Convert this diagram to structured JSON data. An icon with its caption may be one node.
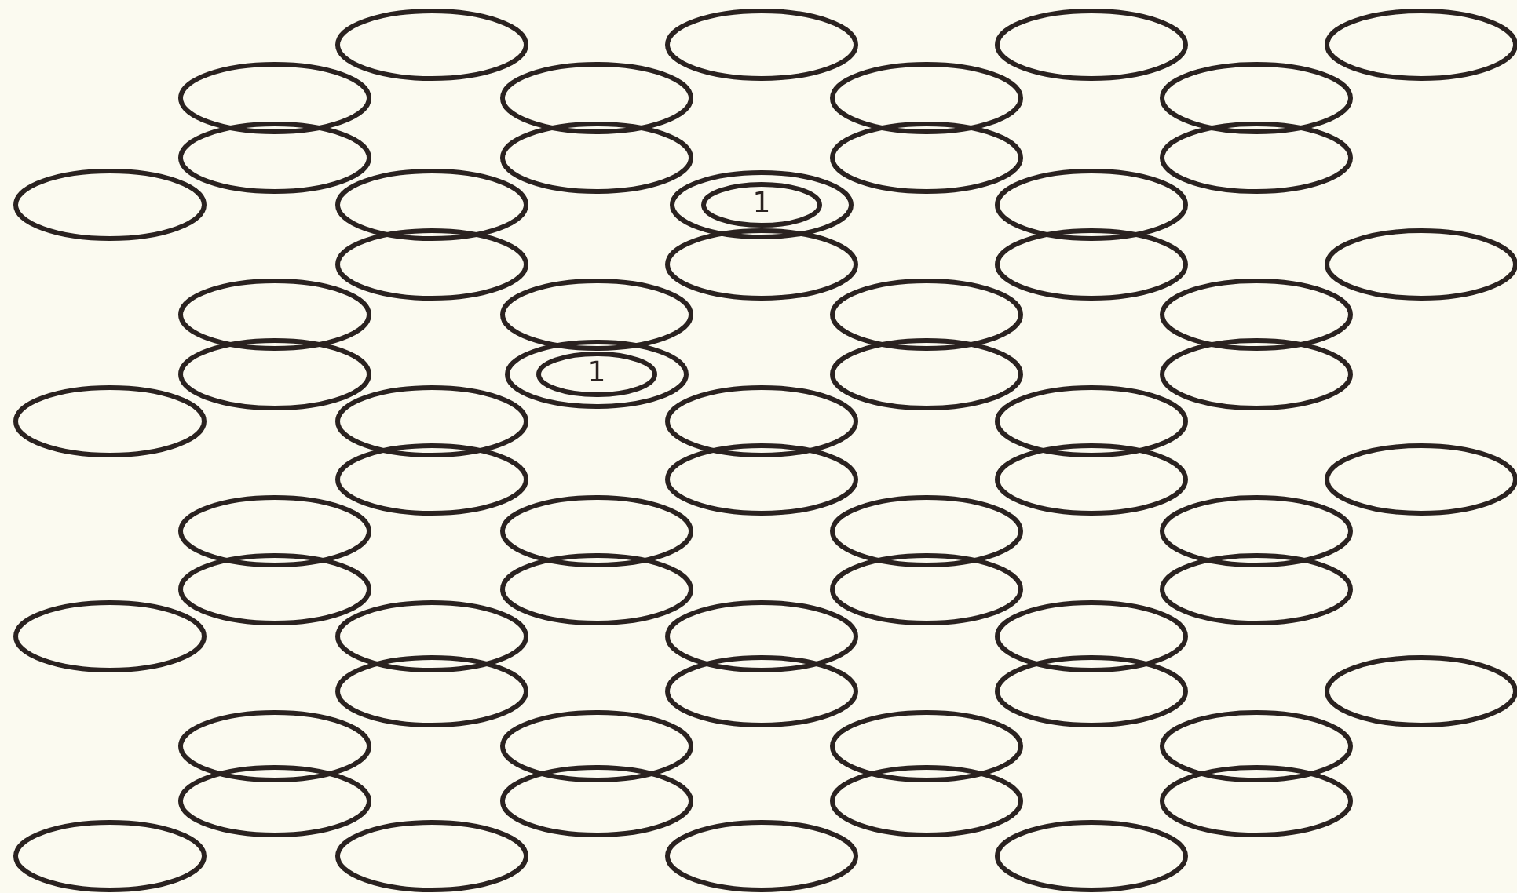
{
  "diagram": {
    "nodes": [
      {
        "text": [],
        "shape": "ellipse"
      },
      {
        "text": [],
        "shape": "ellipse"
      },
      {
        "text": [],
        "shape": "ellipse"
      },
      {
        "text": [],
        "shape": "ellipse"
      },
      {
        "text": [],
        "shape": "ellipse"
      },
      {
        "text": [],
        "shape": "ellipse"
      },
      {
        "text": [],
        "shape": "ellipse"
      },
      {
        "text": [],
        "shape": "ellipse"
      },
      {
        "text": [],
        "shape": "ellipse"
      },
      {
        "text": [],
        "shape": "ellipse"
      },
      {
        "text": [],
        "shape": "ellipse"
      },
      {
        "text": [],
        "shape": "ellipse"
      },
      {
        "text": [],
        "shape": "ellipse"
      },
      {
        "text": [],
        "shape": "ellipse"
      },
      {
        "text": [
          "1"
        ]
      },
      {
        "text": [],
        "shape": "ellipse"
      },
      {
        "text": [],
        "shape": "ellipse"
      },
      {
        "text": [],
        "shape": "ellipse"
      },
      {
        "text": [],
        "shape": "ellipse"
      },
      {
        "text": [],
        "shape": "ellipse"
      },
      {
        "text": [],
        "shape": "ellipse"
      },
      {
        "text": [],
        "shape": "ellipse"
      },
      {
        "text": [],
        "shape": "ellipse"
      },
      {
        "text": [],
        "shape": "ellipse"
      },
      {
        "text": [],
        "shape": "ellipse"
      },
      {
        "text": [
          "1"
        ]
      },
      {
        "text": [],
        "shape": "ellipse"
      },
      {
        "text": [],
        "shape": "ellipse"
      },
      {
        "text": [],
        "shape": "ellipse"
      },
      {
        "text": [],
        "shape": "ellipse"
      },
      {
        "text": [],
        "shape": "ellipse"
      },
      {
        "text": [],
        "shape": "ellipse"
      },
      {
        "text": [],
        "shape": "ellipse"
      },
      {
        "text": [],
        "shape": "ellipse"
      },
      {
        "text": [],
        "shape": "ellipse"
      },
      {
        "text": [],
        "shape": "ellipse"
      },
      {
        "text": [],
        "shape": "ellipse"
      },
      {
        "text": [],
        "shape": "ellipse"
      },
      {
        "text": [],
        "shape": "ellipse"
      },
      {
        "text": [],
        "shape": "ellipse"
      },
      {
        "text": [],
        "shape": "ellipse"
      },
      {
        "text": [],
        "shape": "ellipse"
      },
      {
        "text": [],
        "shape": "ellipse"
      },
      {
        "text": [],
        "shape": "ellipse"
      },
      {
        "text": [],
        "shape": "ellipse"
      },
      {
        "text": [],
        "shape": "ellipse"
      },
      {
        "text": [],
        "shape": "ellipse"
      },
      {
        "text": [],
        "shape": "ellipse"
      },
      {
        "text": [],
        "shape": "ellipse"
      },
      {
        "text": [],
        "shape": "ellipse"
      },
      {
        "text": [],
        "shape": "ellipse"
      },
      {
        "text": [],
        "shape": "ellipse"
      },
      {
        "text": [],
        "shape": "ellipse"
      },
      {
        "text": [],
        "shape": "ellipse"
      },
      {
        "text": [],
        "shape": "ellipse"
      },
      {
        "text": [],
        "shape": "ellipse"
      },
      {
        "text": [],
        "shape": "ellipse"
      },
      {
        "text": [],
        "shape": "ellipse"
      },
      {
        "text": [],
        "shape": "ellipse"
      },
      {
        "text": [],
        "shape": "ellipse"
      },
      {
        "text": [],
        "shape": "ellipse"
      },
      {
        "text": [],
        "shape": "ellipse"
      },
      {
        "text": [],
        "shape": "ellipse"
      },
      {
        "text": [],
        "shape": "ellipse"
      }
    ]
  }
}
